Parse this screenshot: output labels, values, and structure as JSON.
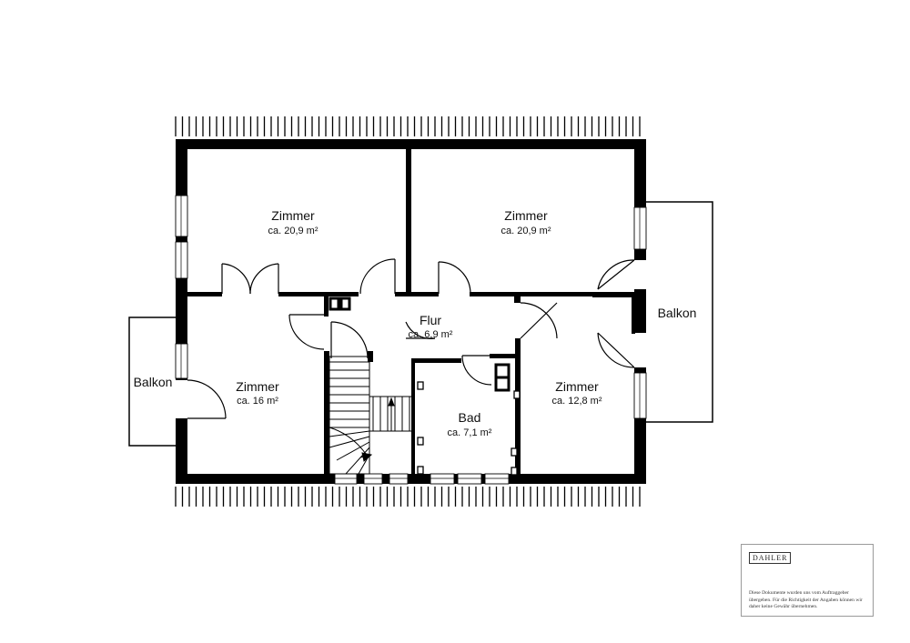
{
  "rooms": {
    "zimmer_top_left": {
      "name": "Zimmer",
      "area": "ca. 20,9 m²"
    },
    "zimmer_top_right": {
      "name": "Zimmer",
      "area": "ca. 20,9 m²"
    },
    "flur": {
      "name": "Flur",
      "area": "ca. 6,9 m²"
    },
    "zimmer_left": {
      "name": "Zimmer",
      "area": "ca. 16 m²"
    },
    "bad": {
      "name": "Bad",
      "area": "ca. 7,1 m²"
    },
    "zimmer_right": {
      "name": "Zimmer",
      "area": "ca. 12,8 m²"
    },
    "balkon_left": {
      "name": "Balkon"
    },
    "balkon_right": {
      "name": "Balkon"
    }
  },
  "brand": "DAHLER",
  "disclaimer": "Diese Dokumente wurden uns vom Auftraggeber übergeben. Für die Richtigkeit der Angaben können wir daher keine Gewähr übernehmen."
}
